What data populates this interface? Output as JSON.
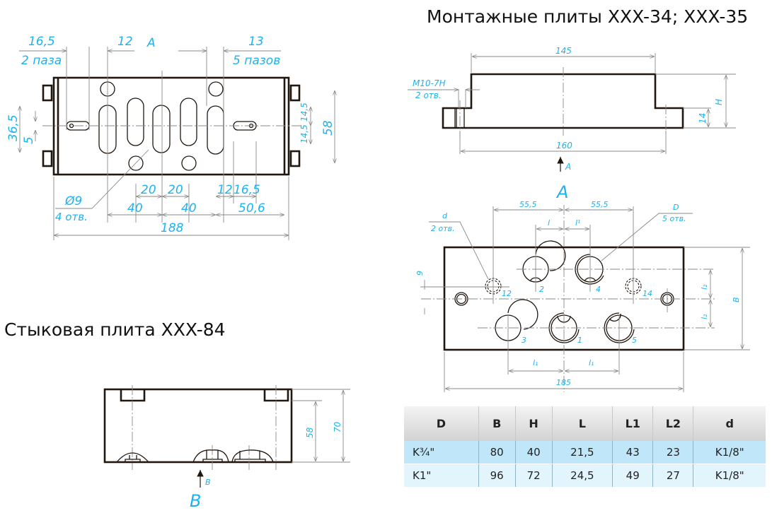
{
  "titles": {
    "mounting_plates": "Монтажные плиты XXX-34; XXX-35",
    "butt_plate": "Стыковая плита XXX-84"
  },
  "colors": {
    "dimension": "#1fb2ee",
    "outline": "#21170f"
  },
  "view_top_left": {
    "dims": [
      "16,5",
      "2 паза",
      "12",
      "A",
      "13",
      "5 пазов",
      "36,5",
      "5",
      "14,5",
      "14,5",
      "58",
      "Ø9",
      "4 отв.",
      "20",
      "20",
      "12",
      "16,5",
      "40",
      "40",
      "50,6",
      "188"
    ]
  },
  "view_side": {
    "dims": [
      "145",
      "M10-7H",
      "2 отв.",
      "H",
      "14",
      "160",
      "A"
    ]
  },
  "view_a": {
    "label": "A",
    "dims": [
      "55,5",
      "55,5",
      "l",
      "l¹",
      "d",
      "2 отв.",
      "D",
      "5 отв.",
      "9",
      "l₂",
      "l₂",
      "B",
      "l₁",
      "l₁",
      "185"
    ],
    "ports": [
      "2",
      "4",
      "3",
      "1",
      "5",
      "12",
      "14"
    ]
  },
  "view_butt": {
    "dims": [
      "58",
      "70",
      "B"
    ],
    "label": "B"
  },
  "table": {
    "headers": [
      "D",
      "B",
      "H",
      "L",
      "L1",
      "L2",
      "d"
    ],
    "rows": [
      [
        "K¾\"",
        "80",
        "40",
        "21,5",
        "43",
        "23",
        "K1/8\""
      ],
      [
        "K1\"",
        "96",
        "72",
        "24,5",
        "49",
        "27",
        "K1/8\""
      ]
    ]
  }
}
